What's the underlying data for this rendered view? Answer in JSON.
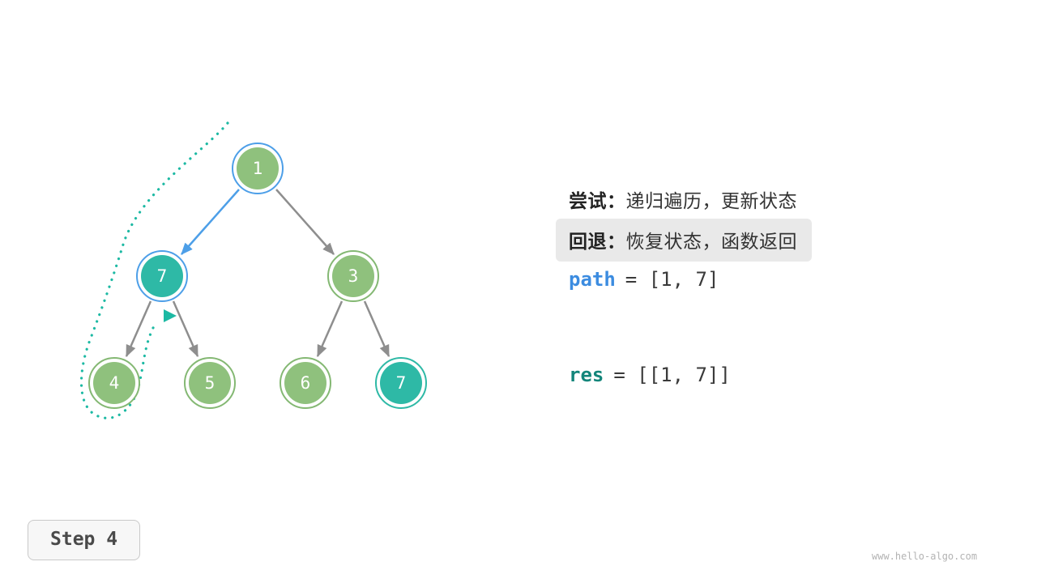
{
  "annotations": {
    "try": {
      "label": "尝试：",
      "text": "递归遍历，更新状态"
    },
    "back": {
      "label": "回退：",
      "text": "恢复状态，函数返回"
    }
  },
  "variables": {
    "path": {
      "name": "path",
      "rest": "= [1, 7]"
    },
    "res": {
      "name": "res",
      "rest": "= [[1, 7]]"
    }
  },
  "tree": {
    "nodes": [
      {
        "label": "1",
        "color": "green",
        "highlighted": true
      },
      {
        "label": "7",
        "color": "teal",
        "highlighted": true
      },
      {
        "label": "3",
        "color": "green",
        "highlighted": false
      },
      {
        "label": "4",
        "color": "green",
        "highlighted": false
      },
      {
        "label": "5",
        "color": "green",
        "highlighted": false
      },
      {
        "label": "6",
        "color": "green",
        "highlighted": false
      },
      {
        "label": "7",
        "color": "teal",
        "highlighted": false
      }
    ],
    "edges": [
      {
        "from": "1",
        "to": "7",
        "style": "active"
      },
      {
        "from": "1",
        "to": "3",
        "style": "normal"
      },
      {
        "from": "7",
        "to": "4",
        "style": "normal"
      },
      {
        "from": "7",
        "to": "5",
        "style": "normal"
      },
      {
        "from": "3",
        "to": "6",
        "style": "normal"
      },
      {
        "from": "3",
        "to": "7",
        "style": "normal"
      }
    ],
    "trace": {
      "description": "dotted-backtrack-trace",
      "arrow_direction": "right"
    }
  },
  "step": {
    "label": "Step 4"
  },
  "footer": {
    "watermark": "www.hello-algo.com"
  },
  "colors": {
    "node_green": "#8fc17d",
    "node_teal": "#2eb9a6",
    "highlight_ring": "#4d9fe8",
    "edge_gray": "#8e8e8e",
    "edge_active_blue": "#4d9fe8",
    "trace_teal": "#1cb9a3",
    "back_note_bg": "#e9e9e9",
    "path_var_color": "#3c8ce0",
    "res_var_color": "#13857a"
  }
}
